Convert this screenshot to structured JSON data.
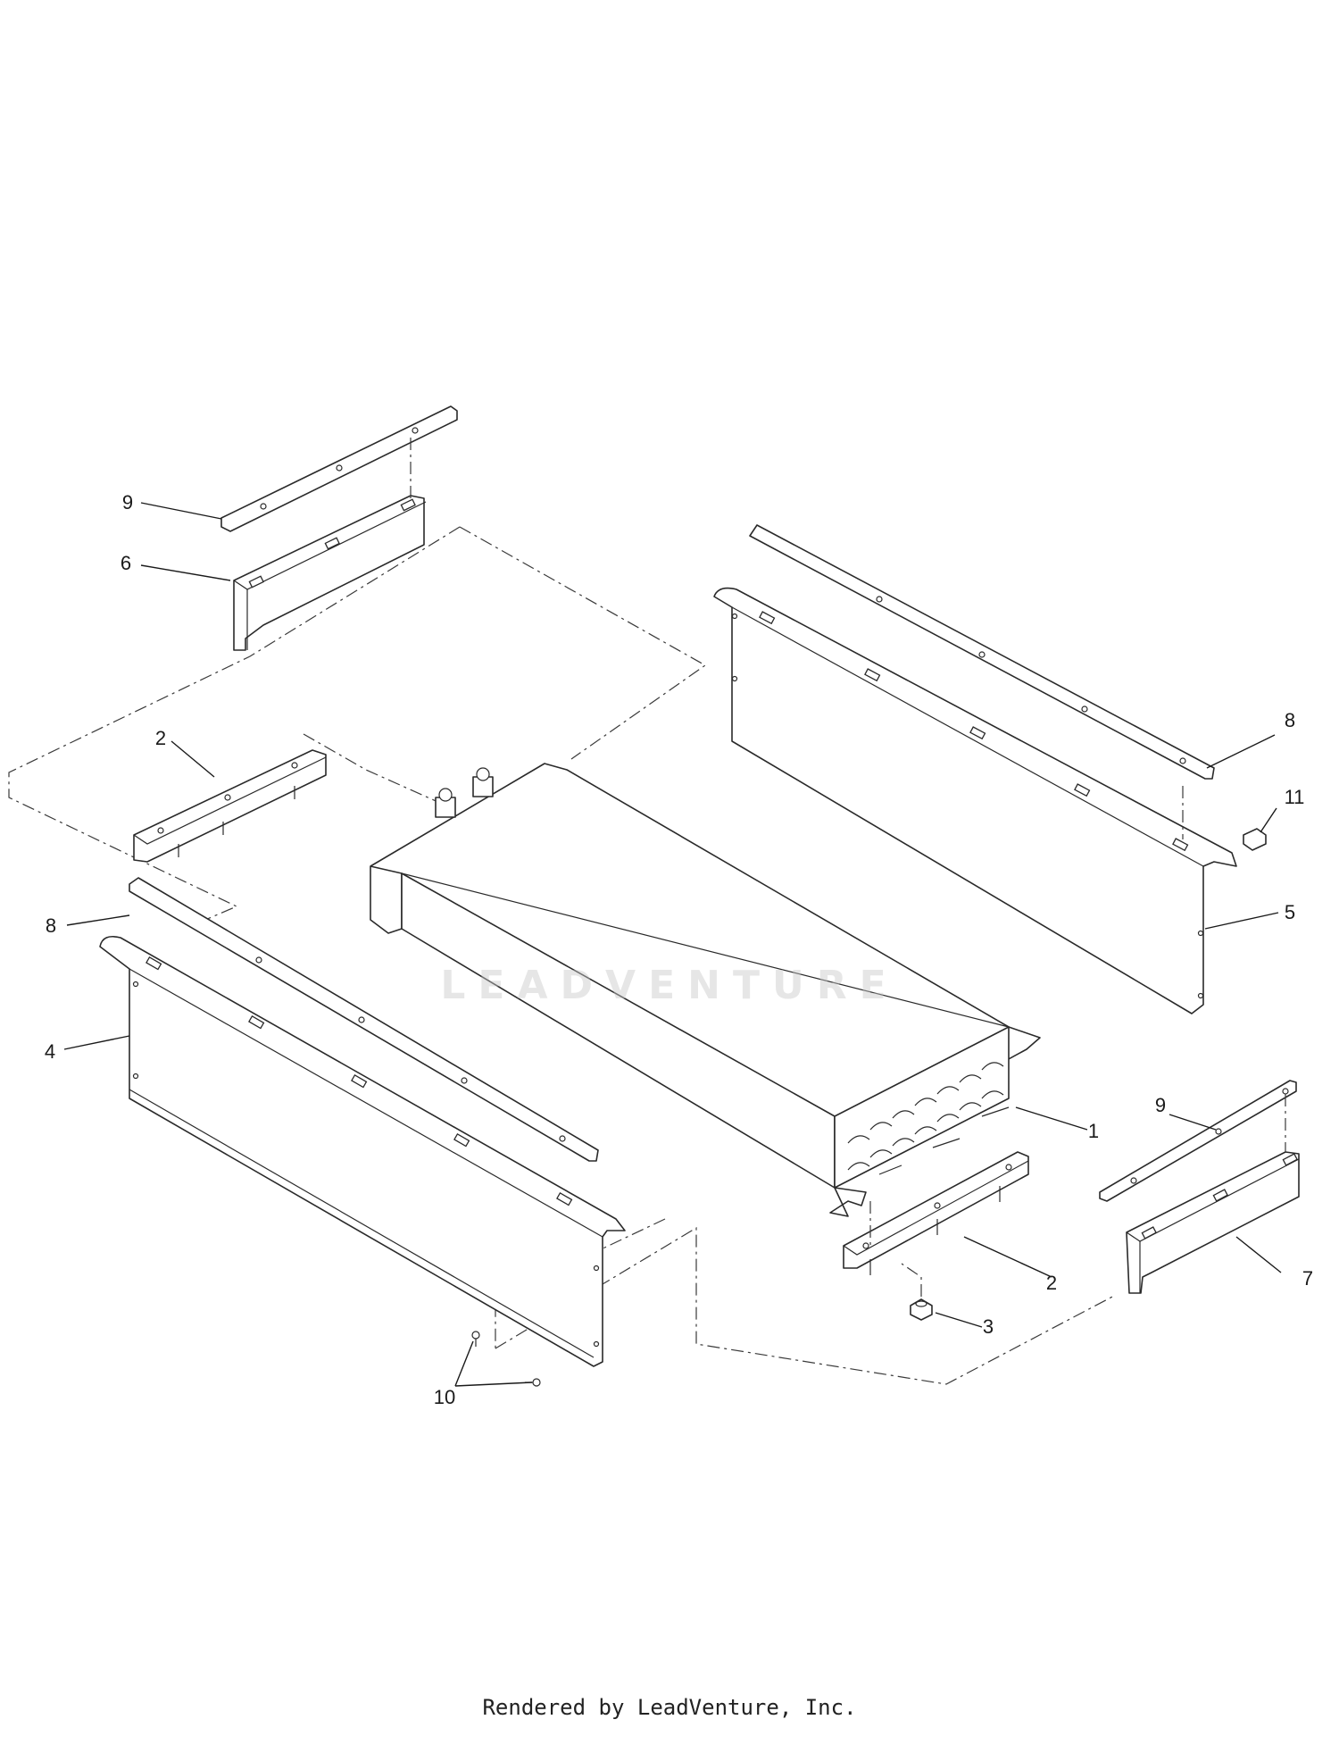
{
  "diagram": {
    "callouts": [
      {
        "id": "c1",
        "label": "1"
      },
      {
        "id": "c2a",
        "label": "2"
      },
      {
        "id": "c2b",
        "label": "2"
      },
      {
        "id": "c3",
        "label": "3"
      },
      {
        "id": "c4",
        "label": "4"
      },
      {
        "id": "c5",
        "label": "5"
      },
      {
        "id": "c6",
        "label": "6"
      },
      {
        "id": "c7",
        "label": "7"
      },
      {
        "id": "c8a",
        "label": "8"
      },
      {
        "id": "c8b",
        "label": "8"
      },
      {
        "id": "c9a",
        "label": "9"
      },
      {
        "id": "c9b",
        "label": "9"
      },
      {
        "id": "c10",
        "label": "10"
      },
      {
        "id": "c11",
        "label": "11"
      }
    ]
  },
  "watermark": "LEADVENTURE",
  "footer": "Rendered by LeadVenture, Inc.",
  "colors": {
    "line": "#2a2a2a",
    "background": "#ffffff",
    "watermark": "#c8c8c8"
  }
}
